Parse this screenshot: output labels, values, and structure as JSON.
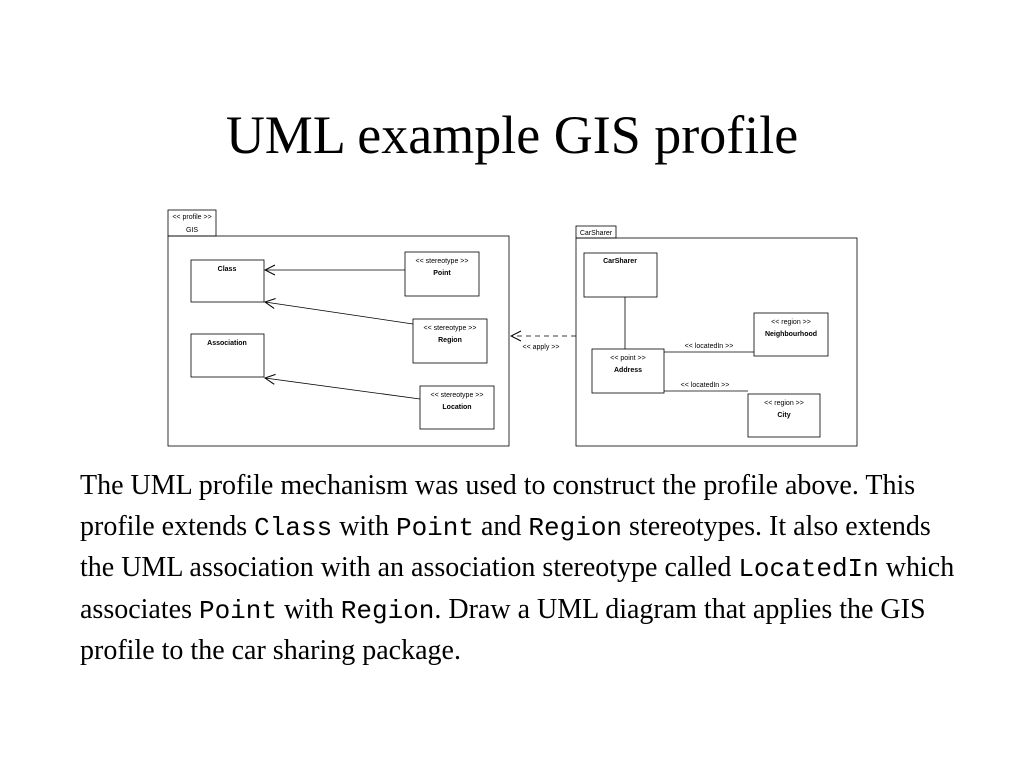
{
  "title": "UML example GIS profile",
  "diagram": {
    "gis_package": {
      "tab_stereotype": "<< profile >>",
      "tab_name": "GIS",
      "classes": {
        "class": {
          "name": "Class"
        },
        "association": {
          "name": "Association"
        },
        "point": {
          "stereotype": "<< stereotype >>",
          "name": "Point"
        },
        "region": {
          "stereotype": "<< stereotype >>",
          "name": "Region"
        },
        "location": {
          "stereotype": "<< stereotype >>",
          "name": "Location"
        }
      }
    },
    "apply_label": "<< apply >>",
    "carsharer_package": {
      "tab_name": "CarSharer",
      "classes": {
        "carsharer": {
          "name": "CarSharer"
        },
        "address": {
          "stereotype": "<< point >>",
          "name": "Address"
        },
        "neighbourhood": {
          "stereotype": "<< region >>",
          "name": "Neighbourhood"
        },
        "city": {
          "stereotype": "<< region >>",
          "name": "City"
        }
      },
      "located_in_label_1": "<< locatedIn >>",
      "located_in_label_2": "<< locatedIn >>"
    }
  },
  "paragraph": {
    "t1": "The UML profile mechanism was used to construct the profile above. This profile extends ",
    "c1": "Class",
    "t2": " with ",
    "c2": "Point",
    "t3": " and ",
    "c3": "Region",
    "t4": " stereotypes.  It also extends the UML association with an association stereotype called ",
    "c4": "LocatedIn",
    "t5": " which associates ",
    "c5": "Point",
    "t6": " with ",
    "c6": "Region",
    "t7": ". Draw a UML diagram that applies the GIS profile to the car sharing package."
  }
}
